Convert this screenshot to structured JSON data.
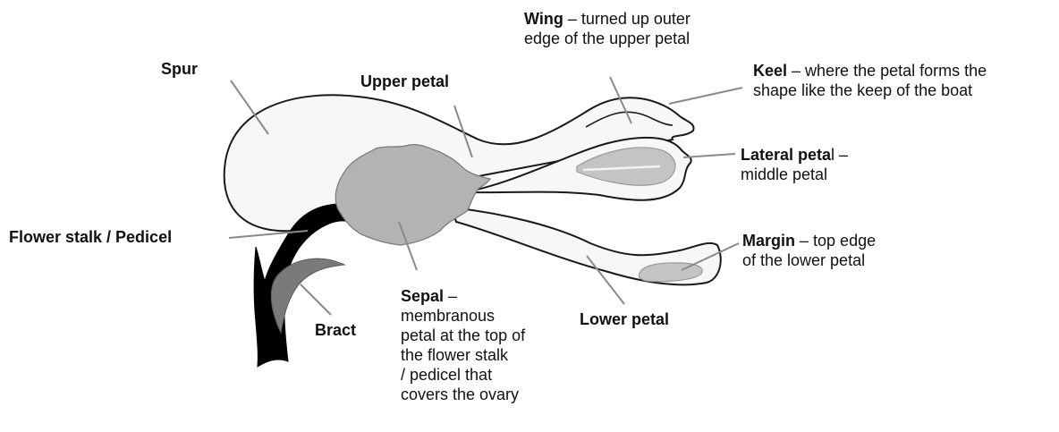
{
  "colors": {
    "outline": "#1a1a1a",
    "petal_fill": "#f7f7f7",
    "sepal_fill": "#b3b3b3",
    "stalk_fill": "#000000",
    "bract_fill": "#7a7a7a",
    "lateral_fill": "#c4c4c4",
    "leader_line": "#8a8a8a"
  },
  "labels": {
    "spur": {
      "name": "Spur",
      "desc": ""
    },
    "upper_petal": {
      "name": "Upper petal",
      "desc": ""
    },
    "wing": {
      "name": "Wing",
      "desc_line1": " – turned up outer",
      "desc_line2": "edge of the upper petal"
    },
    "keel": {
      "name": "Keel",
      "desc_line1": " – where the petal forms the",
      "desc_line2": "shape like the keep of the boat"
    },
    "lateral_petal": {
      "name": "Lateral peta",
      "suffix": "l –",
      "desc_line2": "middle petal"
    },
    "flower_stalk": {
      "name": "Flower stalk / Pedicel"
    },
    "margin": {
      "name": "Margin",
      "desc_line1": " – top edge",
      "desc_line2": "of the lower petal"
    },
    "sepal": {
      "name": "Sepal",
      "desc_line1": " –",
      "desc_line2": "membranous",
      "desc_line3": "petal at the top of",
      "desc_line4": "the flower stalk",
      "desc_line5": "/ pedicel that",
      "desc_line6": "covers the ovary"
    },
    "bract": {
      "name": "Bract"
    },
    "lower_petal": {
      "name": "Lower petal"
    }
  }
}
